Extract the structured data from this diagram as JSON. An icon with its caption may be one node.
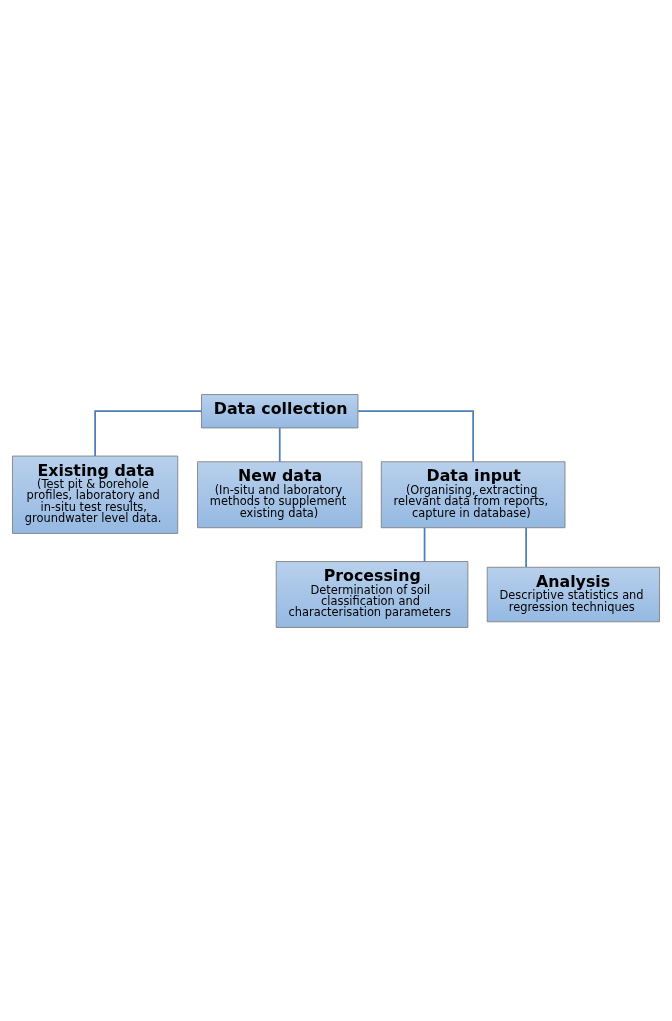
{
  "diagram": {
    "nodes": [
      {
        "text": [
          "Data collection"
        ]
      },
      {
        "text": [
          "Existing data",
          "(Test pit & borehole profiles, laboratory and in-situ test results, groundwater level data."
        ]
      },
      {
        "text": [
          "New data",
          "(In-situ and laboratory methods to supplement existing data)"
        ]
      },
      {
        "text": [
          "Data input",
          "(Organising, extracting relevant data from reports, capture in database)"
        ]
      },
      {
        "text": [
          "Processing",
          "Determination of soil classification and characterisation parameters"
        ]
      },
      {
        "text": [
          "Analysis",
          "Descriptive statistics and regression techniques"
        ]
      }
    ],
    "edges": [
      {
        "from": 0,
        "to": 1,
        "arrow": "none"
      },
      {
        "from": 0,
        "to": 2,
        "arrow": "none"
      },
      {
        "from": 0,
        "to": 3,
        "arrow": "none"
      },
      {
        "from": 3,
        "to": 4,
        "arrow": "none"
      },
      {
        "from": 3,
        "to": 5,
        "arrow": "none"
      }
    ]
  }
}
